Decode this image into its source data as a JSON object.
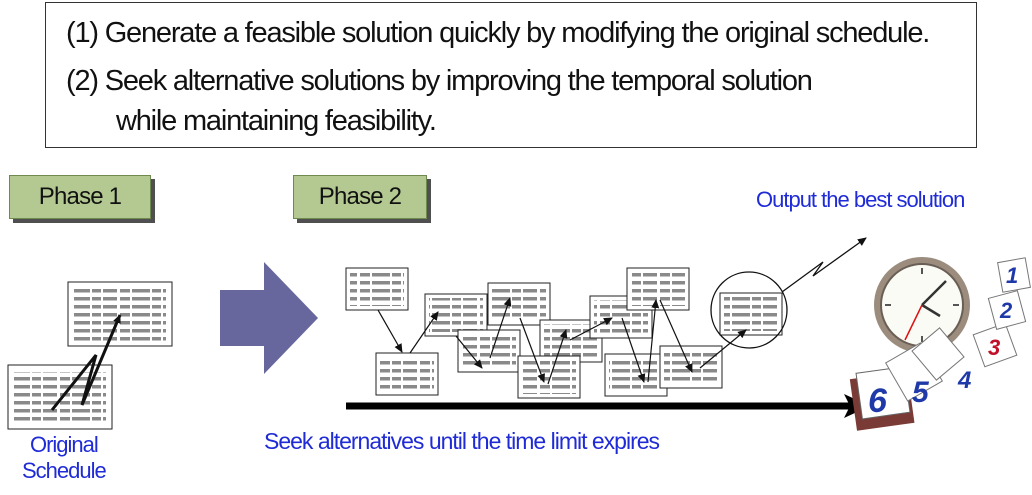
{
  "description": {
    "line1": "(1) Generate a feasible solution quickly by modifying the original schedule.",
    "line2": "(2) Seek alternative solutions by improving the temporal solution",
    "line3": "while maintaining feasibility."
  },
  "phases": {
    "phase1": "Phase 1",
    "phase2": "Phase 2"
  },
  "labels": {
    "output": "Output the best solution",
    "seek": "Seek alternatives until the time limit expires",
    "original_line1": "Original",
    "original_line2": "Schedule"
  },
  "calendar_pages": [
    "1",
    "2",
    "3",
    "4",
    "5",
    "6"
  ],
  "colors": {
    "phase_fill": "#b3c991",
    "accent_blue": "#1f2bd6",
    "big_arrow": "#67679e",
    "calendar_red": "#c0102a",
    "calendar_blue": "#1f3aa8"
  },
  "icons": [
    "big-right-arrow-icon",
    "clock-icon",
    "calendar-pages-icon",
    "zigzag-arrow-icon"
  ]
}
